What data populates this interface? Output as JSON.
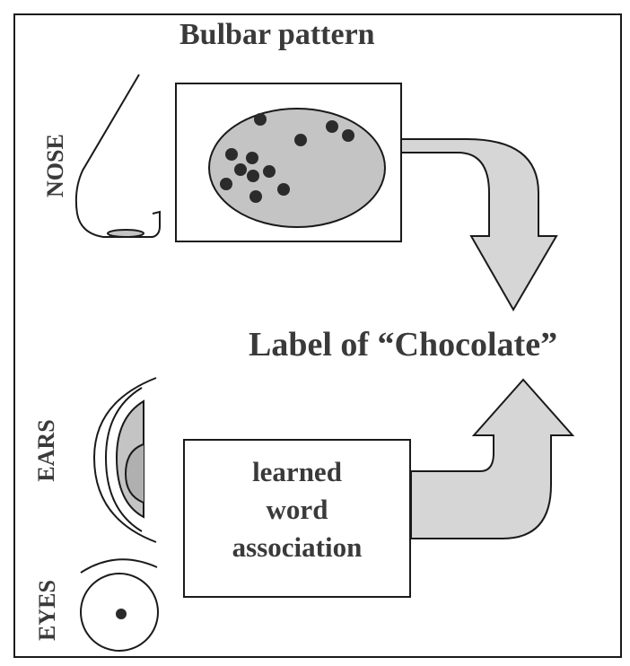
{
  "title": "Bulbar pattern",
  "output_label": "Label of “Chocolate”",
  "senses": {
    "nose": "NOSE",
    "ears": "EARS",
    "eyes": "EYES"
  },
  "association_box": {
    "line1": "learned",
    "line2": "word",
    "line3": "association"
  },
  "colors": {
    "frame": "#1a1a1a",
    "arrow_fill": "#d6d6d6",
    "ellipse_fill": "#c4c4c4",
    "dot": "#2b2b2b",
    "text": "#3a3a3a"
  },
  "icons": [
    "nose-icon",
    "ear-icon",
    "eye-icon",
    "right-down-arrow-icon",
    "right-up-arrow-icon"
  ]
}
